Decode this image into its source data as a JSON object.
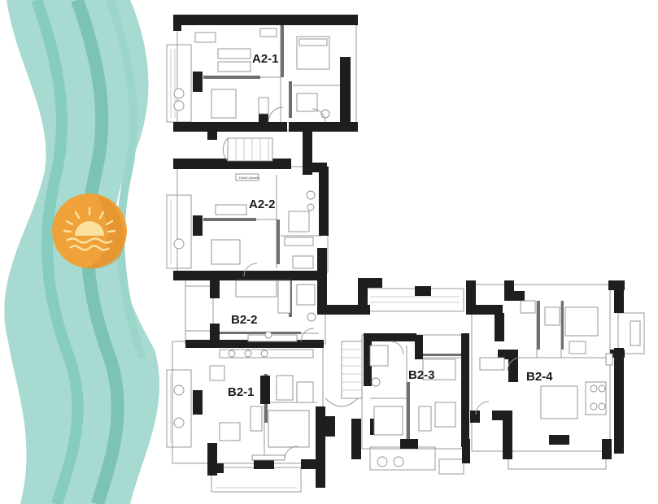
{
  "theme": {
    "sea_light": "#a7dad1",
    "sea_mid": "#8ecfc4",
    "sea_dark": "#7cc3b6",
    "sun_orange": "#f0a23a",
    "sun_yellow": "#fbe1a0",
    "wall": "#1e1e1e"
  },
  "icons": {
    "sun_badge": "sunset-over-waves-icon"
  },
  "units": {
    "a2_1": "A2-1",
    "a2_2": "A2-2",
    "b2_2": "B2-2",
    "b2_1": "B2-1",
    "b2_3": "B2-3",
    "b2_4": "B2-4"
  },
  "notes": {
    "a2_2_tag": "Dohle-2shafta"
  }
}
